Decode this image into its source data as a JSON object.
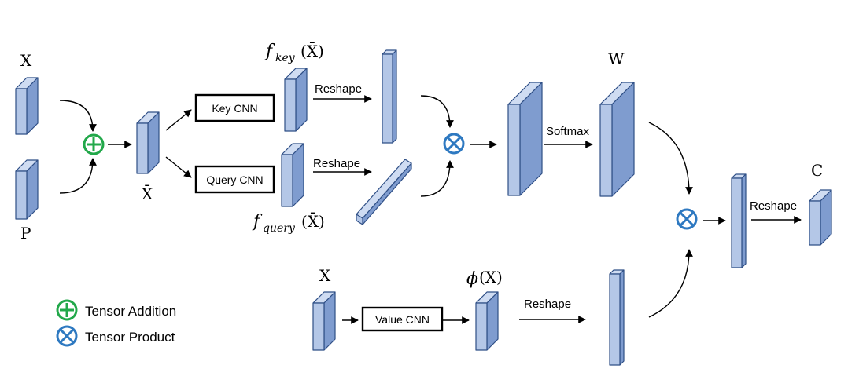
{
  "colors": {
    "tensor_front": "#b4c7e7",
    "tensor_top": "#cfdcf2",
    "tensor_side": "#7f9ccf",
    "tensor_edge": "#2f4f86",
    "addition": "#22a84a",
    "product": "#2e79c1",
    "box_border": "#000000"
  },
  "labels": {
    "x_top": "X",
    "p": "P",
    "x_bar": "X̄",
    "f_key": "f",
    "f_key_sub": "key",
    "f_key_arg": "(X̄)",
    "f_query": "f",
    "f_query_sub": "query",
    "f_query_arg": "(X̄)",
    "w": "W",
    "c": "C",
    "x_bottom": "X",
    "phi": "ϕ",
    "phi_arg": "(X)"
  },
  "boxes": {
    "key_cnn": "Key CNN",
    "query_cnn": "Query CNN",
    "value_cnn": "Value CNN"
  },
  "arrow_labels": {
    "reshape_key": "Reshape",
    "reshape_query": "Reshape",
    "softmax": "Softmax",
    "reshape_out": "Reshape",
    "reshape_value": "Reshape"
  },
  "legend": {
    "addition_label": "Tensor Addition",
    "product_label": "Tensor Product"
  },
  "icons": {
    "addition": "circle-plus-icon",
    "product": "circle-times-icon"
  }
}
